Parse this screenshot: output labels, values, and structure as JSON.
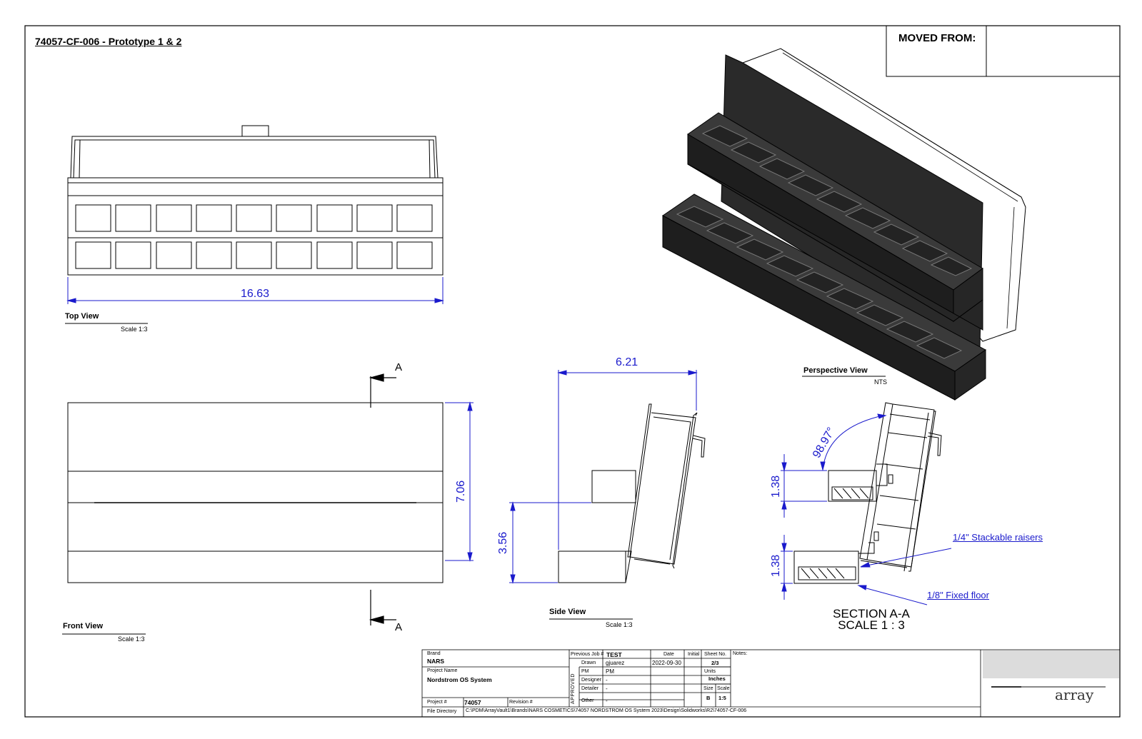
{
  "sheet_title": "74057-CF-006 - Prototype 1 & 2",
  "moved_from": {
    "label": "MOVED FROM:",
    "value": ""
  },
  "views": {
    "top": {
      "label": "Top View",
      "scale": "Scale 1:3",
      "width_dim": "16.63"
    },
    "front": {
      "label": "Front View",
      "scale": "Scale 1:3",
      "height_dim": "7.06",
      "section_marker": "A"
    },
    "side": {
      "label": "Side View",
      "scale": "Scale 1:3",
      "depth_dim": "6.21",
      "step_dim": "3.56"
    },
    "perspective": {
      "label": "Perspective View",
      "scale": "NTS"
    },
    "section": {
      "title": "SECTION A-A",
      "scale": "SCALE 1 : 3",
      "angle": "98.97°",
      "upper_tier_dim": "1.38",
      "lower_tier_dim": "1.38",
      "callout_raisers": "1/4\" Stackable raisers",
      "callout_floor": "1/8\" Fixed floor"
    }
  },
  "title_block": {
    "brand_label": "Brand",
    "brand": "NARS",
    "project_name_label": "Project Name",
    "project_name": "Nordstrom OS System",
    "project_no_label": "Project #",
    "project_no": "74057",
    "revision_label": "Revision #",
    "revision": "",
    "prev_job_label": "Previous Job #",
    "prev_job": "TEST",
    "date_label": "Date",
    "initial_label": "Initial",
    "sheet_no_label": "Sheet No.",
    "sheet_no": "2/3",
    "notes_label": "Notes:",
    "approved_label": "APPROVED",
    "drawn_label": "Drawn",
    "drawn": "gjuarez",
    "drawn_date": "2022-09-30",
    "pm_label": "PM",
    "pm": "PM",
    "designer_label": "Designer",
    "designer": "-",
    "detailer_label": "Detailer",
    "detailer": "-",
    "other_label": "Other",
    "other": "-",
    "units_label": "Units",
    "units": "Inches",
    "size_label": "Size",
    "size": "B",
    "scale_label": "Scale",
    "scale": "1:5",
    "file_dir_label": "File Directory",
    "file_dir": "C:\\PDM\\ArrayVault1\\Brands\\NARS COSMETICS\\74057 NORDSTROM OS System 2023\\Design\\Solidworks\\R2\\74057-CF-006",
    "company": "array"
  },
  "colors": {
    "dimension": "#1a1acc",
    "line": "#000000",
    "solid": "#2e2e2e"
  }
}
